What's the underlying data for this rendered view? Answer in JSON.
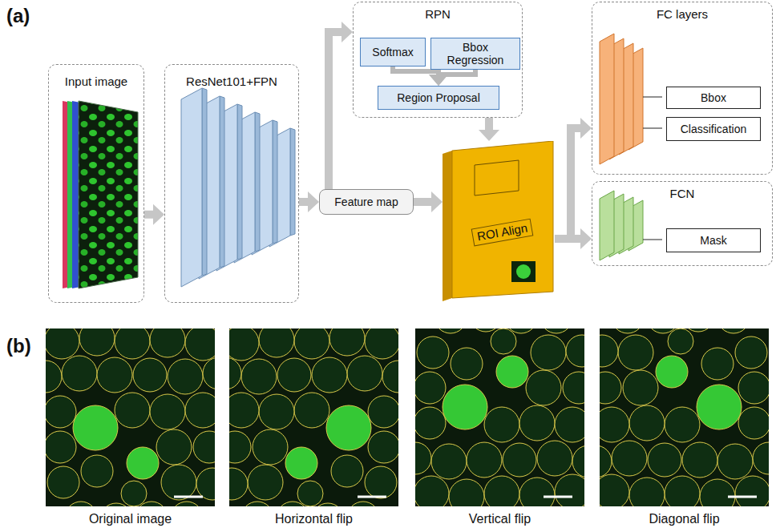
{
  "diagram": {
    "nodes": [
      {
        "text": [
          "Input image"
        ]
      },
      {
        "text": [
          "ResNet101+FPN"
        ]
      },
      {
        "text": [
          "Feature map"
        ]
      },
      {
        "text": [
          "RPN"
        ]
      },
      {
        "text": [
          "Softmax"
        ],
        "in": 3
      },
      {
        "text": [
          "Bbox Regression"
        ],
        "in": 3
      },
      {
        "text": [
          "Region Proposal"
        ],
        "in": 3
      },
      {
        "text": [
          "ROI Align"
        ]
      },
      {
        "text": [
          "FC layers"
        ]
      },
      {
        "text": [
          "Bbox"
        ],
        "in": 8
      },
      {
        "text": [
          "Classification"
        ],
        "in": 8
      },
      {
        "text": [
          "FCN"
        ]
      },
      {
        "text": [
          "Mask"
        ],
        "in": 11
      }
    ],
    "edges": [
      {
        "from": 0,
        "to": 1,
        "arrow": "to"
      },
      {
        "from": 1,
        "to": 2,
        "arrow": "to"
      },
      {
        "from": 2,
        "to": 3,
        "arrow": "to"
      },
      {
        "from": 2,
        "to": 7,
        "arrow": "to"
      },
      {
        "from": 4,
        "to": 6,
        "arrow": "to"
      },
      {
        "from": 5,
        "to": 6,
        "arrow": "to"
      },
      {
        "from": 3,
        "to": 7,
        "arrow": "to"
      },
      {
        "from": 7,
        "to": 8,
        "arrow": "to"
      },
      {
        "from": 7,
        "to": 11,
        "arrow": "to"
      }
    ],
    "labels": [
      "(a)",
      "(b)",
      "Original image",
      "Horizontal flip",
      "Vertical flip",
      "Diagonal flip"
    ]
  }
}
